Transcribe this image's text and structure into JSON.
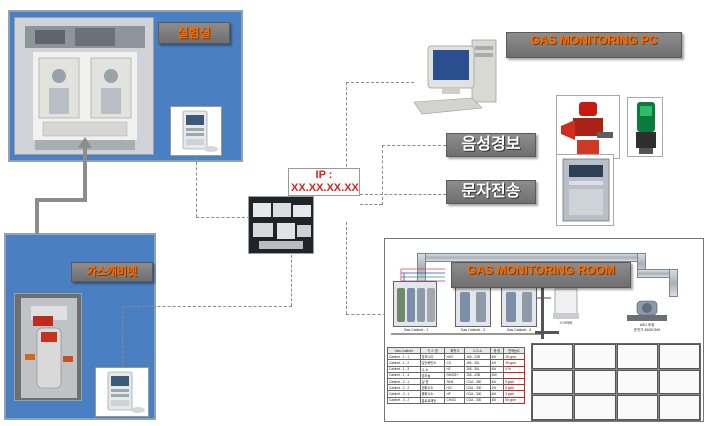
{
  "labels": {
    "lab": "실험실",
    "gas_cabinet": "가스캐비넷",
    "gm_pc": "GAS MONITORING PC",
    "voice_alarm": "음성경보",
    "text_send": "문자전송",
    "ip": "IP : XX.XX.XX.XX",
    "gm_room": "GAS MONITORING ROOM"
  },
  "room": {
    "cabinets": [
      "Gas Cabinet - 1",
      "Gas Cabinet - 2",
      "Gas Cabinet - 3"
    ],
    "exhaust_label": "스크러버",
    "scrubber_label": "ASU 조정",
    "scrubber_sub": "운전기 4500CMH",
    "table_headers": [
      "Gas Cabinet",
      "가 스 명",
      "화학식",
      "C.G.A",
      "용 량",
      "판매농도"
    ],
    "table_rows": [
      [
        "Cabinet - 1 - 1",
        "암모니아",
        "NH3",
        "J65 - 22B",
        "40ℓ",
        "25 ppm"
      ],
      [
        "Cabinet - 1 - 2",
        "일산화탄소",
        "CO",
        "J65 - 35L",
        "40ℓ",
        "25 ppm"
      ],
      [
        "Cabinet - 1 - 3",
        "수 소",
        "H2",
        "J65 - 35L",
        "40ℓ",
        "4 %"
      ],
      [
        "Cabinet - 1 - 4",
        "암모늄",
        "NH4OH",
        "J65 - 22B",
        "250",
        ""
      ],
      [
        "Cabinet - 2 - 1",
        "실 렌",
        "SiH4",
        "CGA - 350",
        "40ℓ",
        "5 ppm"
      ],
      [
        "Cabinet - 2 - 2",
        "염화수소",
        "HCl",
        "CGA - 330",
        "10ℓ",
        "5 ppm"
      ],
      [
        "Cabinet - 3 - 1",
        "불화수소",
        "HF",
        "CGA - 330",
        "40ℓ",
        "3 ppm"
      ],
      [
        "Cabinet - 3 - 2",
        "클로로메탄",
        "CH3Cl",
        "CGA - 330",
        "40ℓ",
        "50 ppm"
      ]
    ]
  }
}
